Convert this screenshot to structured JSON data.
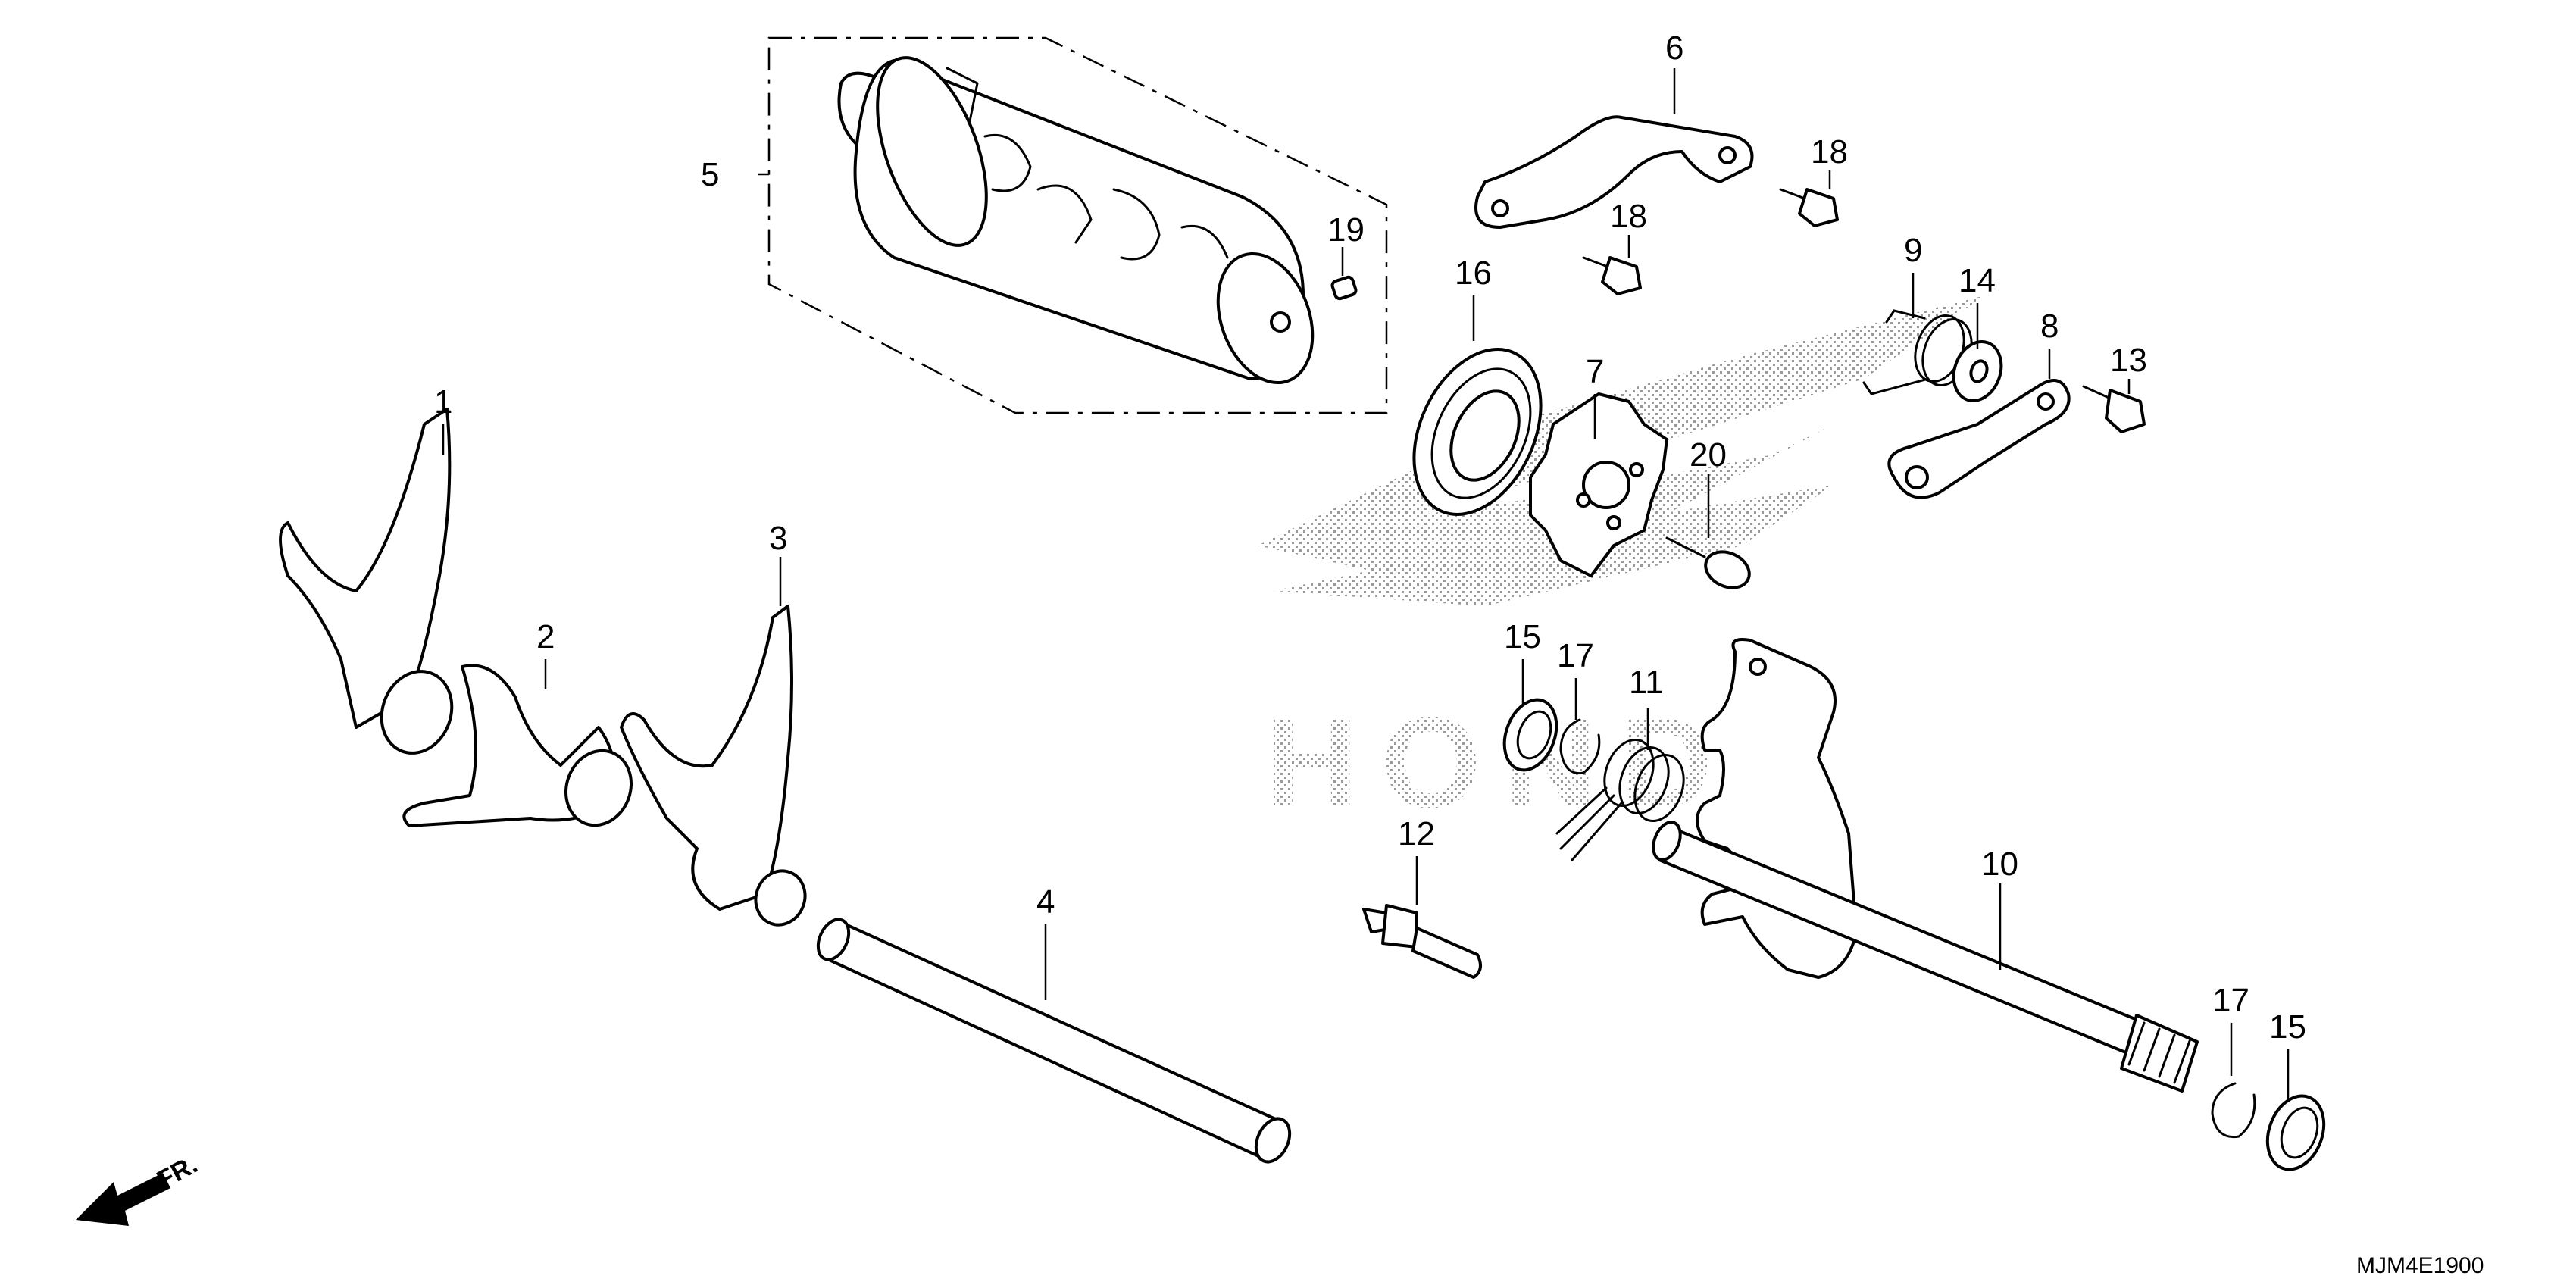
{
  "diagram": {
    "code": "MJM4E1900",
    "direction_label": "FR.",
    "watermark": "HONDA",
    "callouts": {
      "c1": "1",
      "c2": "2",
      "c3": "3",
      "c4": "4",
      "c5": "5",
      "c6": "6",
      "c7": "7",
      "c8": "8",
      "c9": "9",
      "c10": "10",
      "c11": "11",
      "c12": "12",
      "c13": "13",
      "c14": "14",
      "c15a": "15",
      "c15b": "15",
      "c16": "16",
      "c17a": "17",
      "c17b": "17",
      "c18a": "18",
      "c18b": "18",
      "c19": "19",
      "c20": "20"
    }
  }
}
